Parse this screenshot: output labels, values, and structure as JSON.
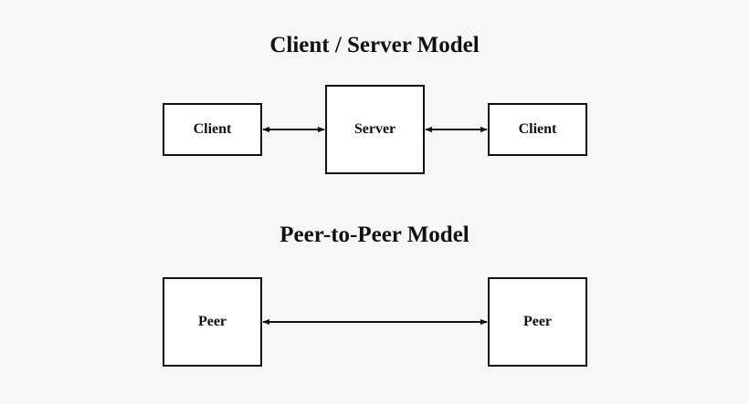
{
  "client_server": {
    "title": "Client / Server Model",
    "left_client_label": "Client",
    "server_label": "Server",
    "right_client_label": "Client"
  },
  "peer_to_peer": {
    "title": "Peer-to-Peer Model",
    "left_peer_label": "Peer",
    "right_peer_label": "Peer"
  },
  "colors": {
    "background": "#f7f7f7",
    "box_fill": "#ffffff",
    "stroke": "#111111"
  }
}
